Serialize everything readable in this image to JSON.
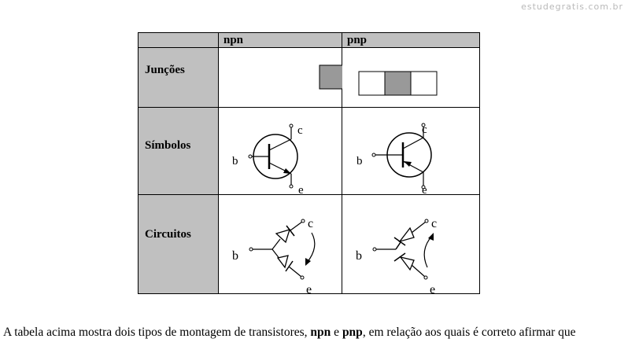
{
  "watermark": "estudegratis.com.br",
  "table": {
    "col_npn": "npn",
    "col_pnp": "pnp",
    "rows": {
      "juncoes": "Junções",
      "simbolos": "Símbolos",
      "circuitos": "Circuitos"
    }
  },
  "terminals": {
    "b": "b",
    "c": "c",
    "e": "e"
  },
  "question": {
    "part1": "A tabela acima mostra dois tipos de montagem de transistores, ",
    "npn": "npn",
    "and": " e ",
    "pnp": "pnp",
    "part2": ", em relação aos quais é correto afirmar que"
  },
  "colors": {
    "header_bg": "#c0c0c0",
    "junction_shaded": "#999999"
  }
}
